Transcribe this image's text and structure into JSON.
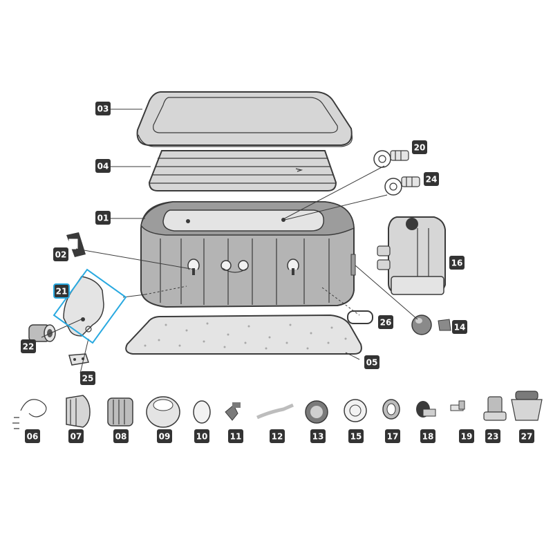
{
  "parts": {
    "p01": "01",
    "p02": "02",
    "p03": "03",
    "p04": "04",
    "p05": "05",
    "p06": "06",
    "p07": "07",
    "p08": "08",
    "p09": "09",
    "p10": "10",
    "p11": "11",
    "p12": "12",
    "p13": "13",
    "p14": "14",
    "p15": "15",
    "p16": "16",
    "p17": "17",
    "p18": "18",
    "p19": "19",
    "p20": "20",
    "p21": "21",
    "p22": "22",
    "p23": "23",
    "p24": "24",
    "p25": "25",
    "p26": "26",
    "p27": "27"
  },
  "colors": {
    "badge": "#333333",
    "highlight": "#29a9e0",
    "part_fill": "#d6d6d6",
    "outline": "#3a3a3a"
  },
  "highlighted_part": "21"
}
